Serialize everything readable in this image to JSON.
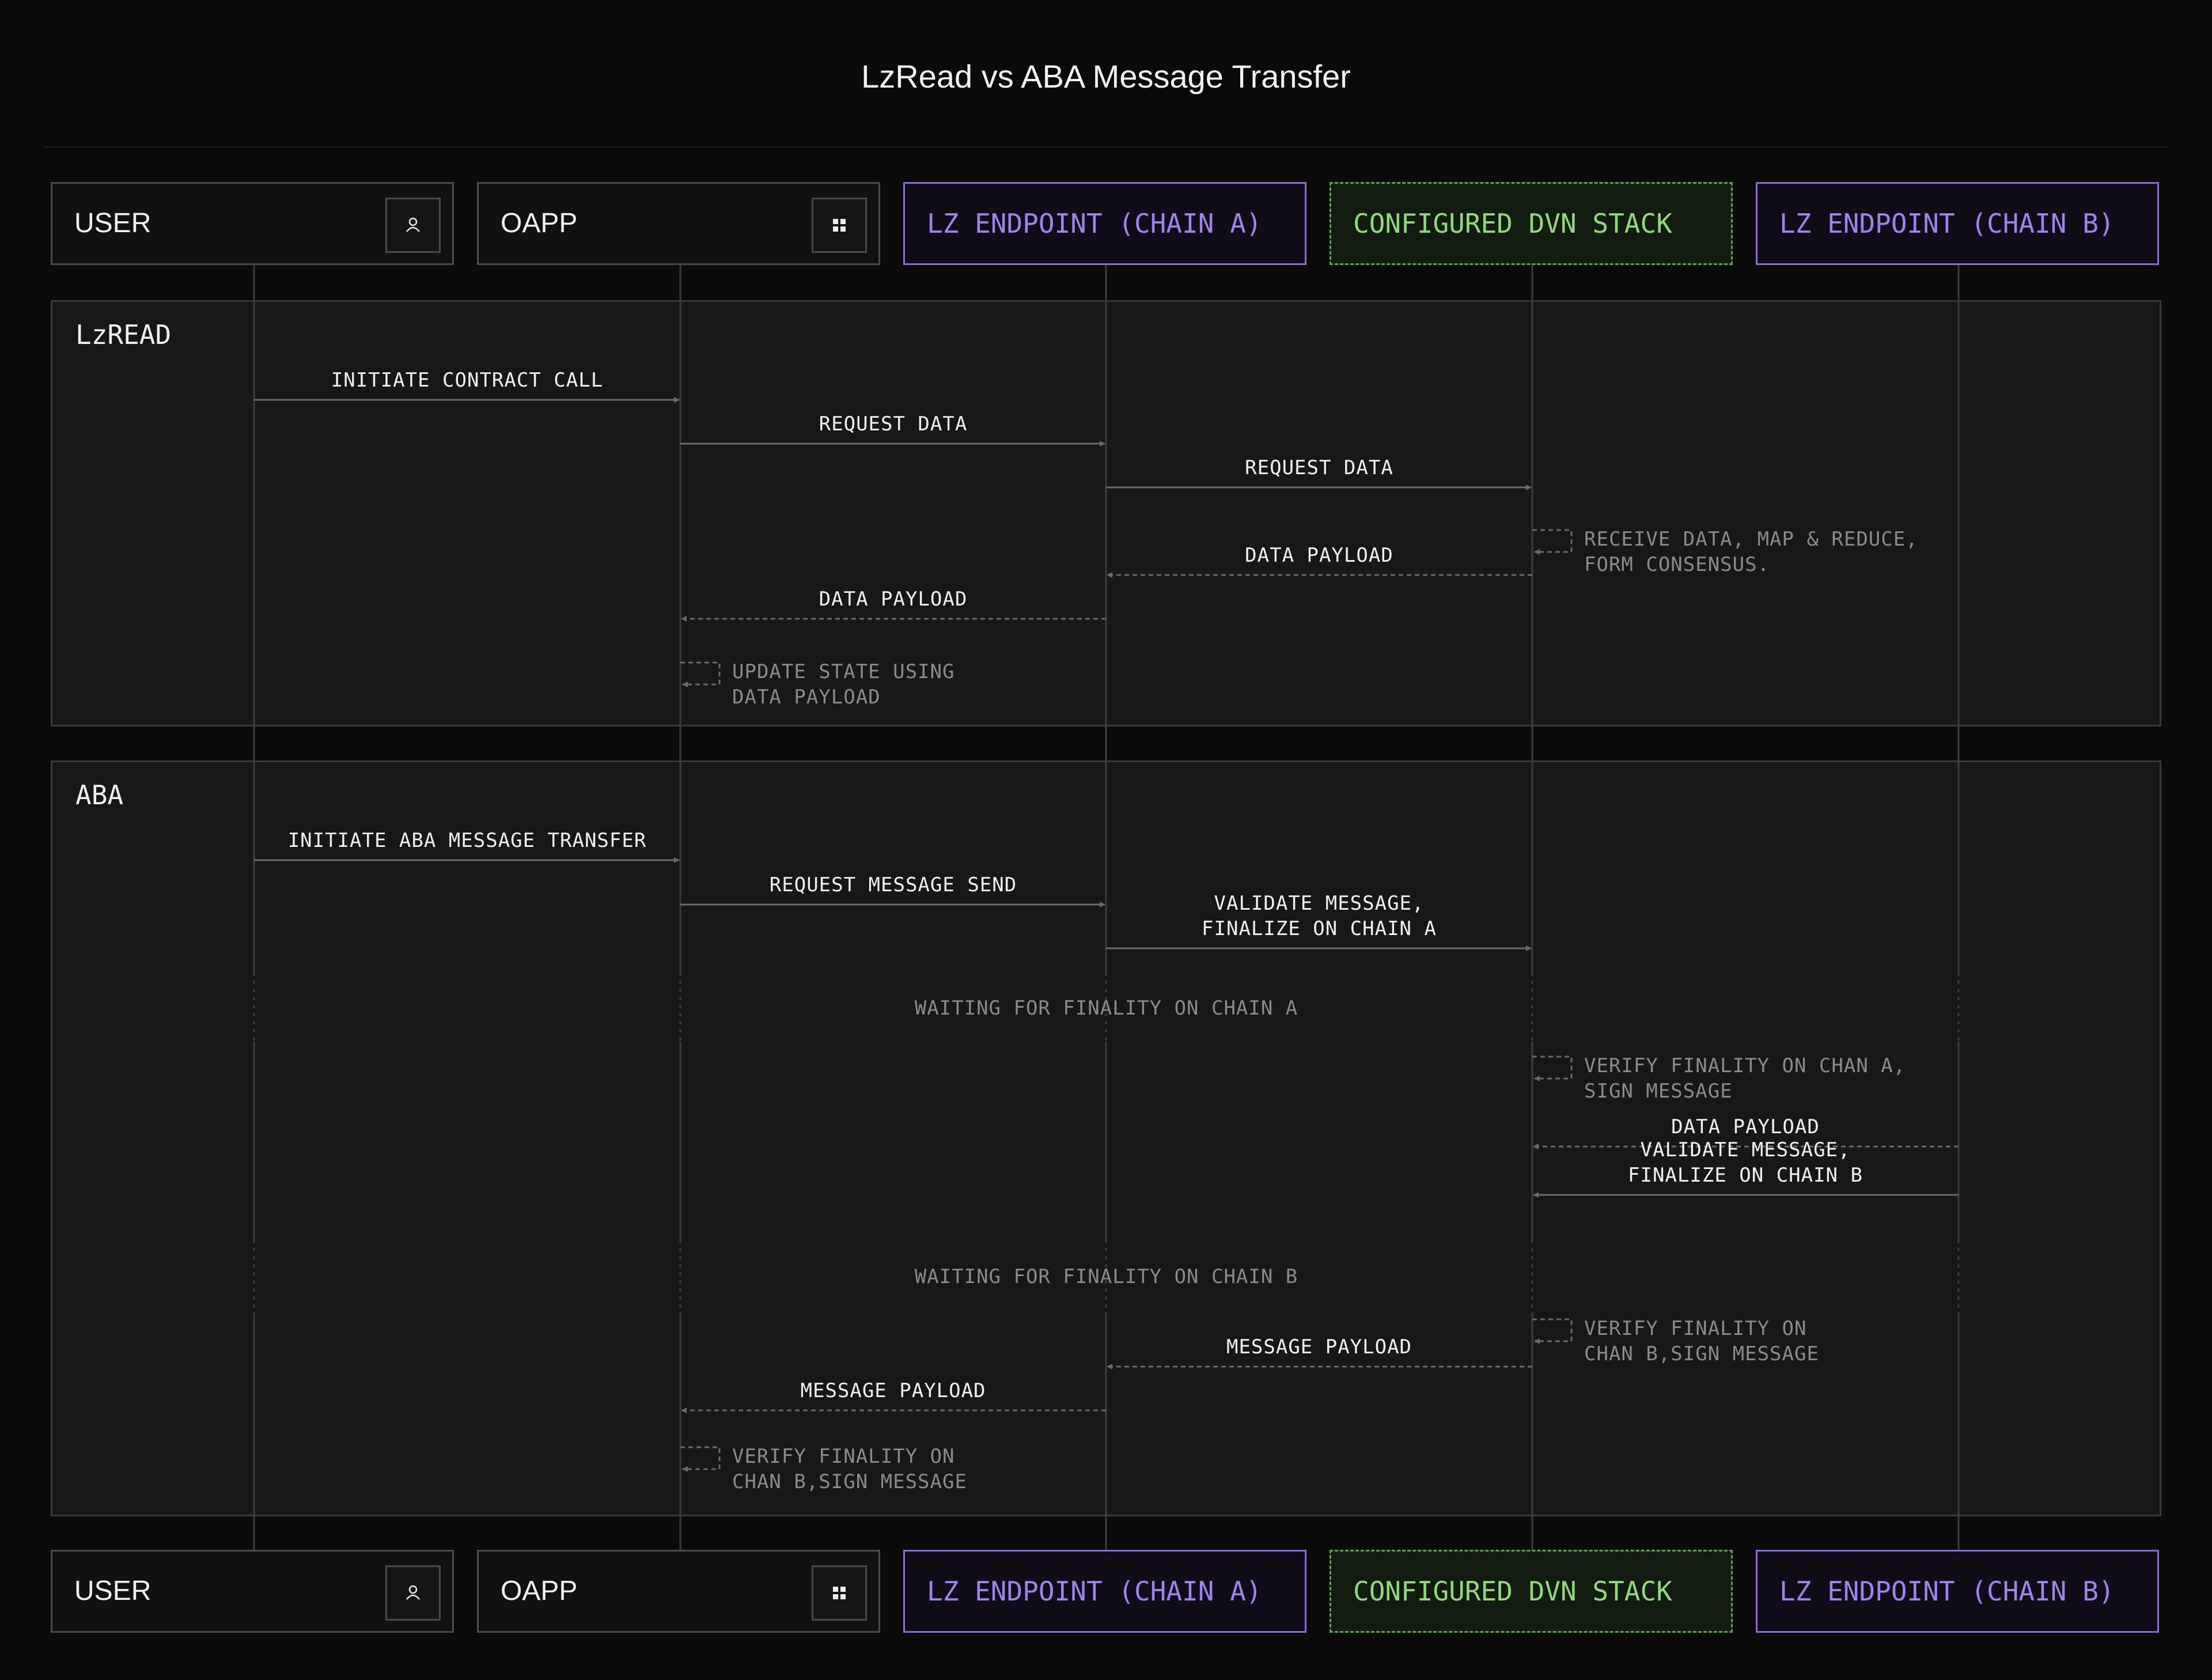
{
  "title": "LzRead vs ABA Message Transfer",
  "participants": [
    {
      "key": "user",
      "label": "USER",
      "style": "white",
      "icon": "user-icon"
    },
    {
      "key": "oapp",
      "label": "OAPP",
      "style": "white",
      "icon": "grid-icon"
    },
    {
      "key": "lz_a",
      "label": "LZ ENDPOINT (CHAIN A)",
      "style": "purple",
      "icon": ""
    },
    {
      "key": "dvn",
      "label": "CONFIGURED DVN STACK",
      "style": "green",
      "icon": ""
    },
    {
      "key": "lz_b",
      "label": "LZ ENDPOINT (CHAIN B)",
      "style": "purple",
      "icon": ""
    }
  ],
  "sections": [
    {
      "label": "LzREAD",
      "messages": [
        {
          "from": 0,
          "to": 1,
          "text": "INITIATE CONTRACT CALL",
          "style": "solid"
        },
        {
          "from": 1,
          "to": 2,
          "text": "REQUEST DATA",
          "style": "solid"
        },
        {
          "from": 2,
          "to": 3,
          "text": "REQUEST DATA",
          "style": "solid"
        },
        {
          "from": 3,
          "to": 2,
          "text": "DATA PAYLOAD",
          "style": "dashed"
        },
        {
          "from": 2,
          "to": 1,
          "text": "DATA PAYLOAD",
          "style": "dashed"
        }
      ],
      "self_notes": [
        {
          "at": 3,
          "text": "RECEIVE DATA, MAP & REDUCE,\nFORM CONSENSUS."
        },
        {
          "at": 1,
          "text": "UPDATE STATE USING\nDATA PAYLOAD"
        }
      ],
      "waits": []
    },
    {
      "label": "ABA",
      "messages": [
        {
          "from": 0,
          "to": 1,
          "text": "INITIATE ABA MESSAGE TRANSFER",
          "style": "solid"
        },
        {
          "from": 1,
          "to": 2,
          "text": "REQUEST MESSAGE SEND",
          "style": "solid"
        },
        {
          "from": 2,
          "to": 3,
          "text": "VALIDATE MESSAGE,\nFINALIZE ON CHAIN A",
          "style": "solid"
        },
        {
          "from": 4,
          "to": 3,
          "text": "DATA PAYLOAD",
          "style": "dashed"
        },
        {
          "from": 4,
          "to": 3,
          "text": "VALIDATE MESSAGE,\nFINALIZE ON CHAIN B",
          "style": "solid"
        },
        {
          "from": 3,
          "to": 2,
          "text": "MESSAGE PAYLOAD",
          "style": "dashed"
        },
        {
          "from": 2,
          "to": 1,
          "text": "MESSAGE PAYLOAD",
          "style": "dashed"
        }
      ],
      "self_notes": [
        {
          "at": 3,
          "text": "VERIFY FINALITY ON CHAN A,\nSIGN MESSAGE"
        },
        {
          "at": 3,
          "text": "VERIFY FINALITY ON\nCHAN B,SIGN MESSAGE"
        },
        {
          "at": 1,
          "text": "VERIFY FINALITY ON\nCHAN B,SIGN MESSAGE"
        }
      ],
      "waits": [
        {
          "text": "WAITING FOR FINALITY ON CHAIN A"
        },
        {
          "text": "WAITING FOR FINALITY ON CHAIN B"
        }
      ]
    }
  ],
  "colors": {
    "background": "#0a0a0a",
    "panel": "#171717",
    "lifeline": "#3c3c3c",
    "arrow": "#6a6a6a",
    "purple": "#9f82ea",
    "green": "#8fd97a"
  }
}
